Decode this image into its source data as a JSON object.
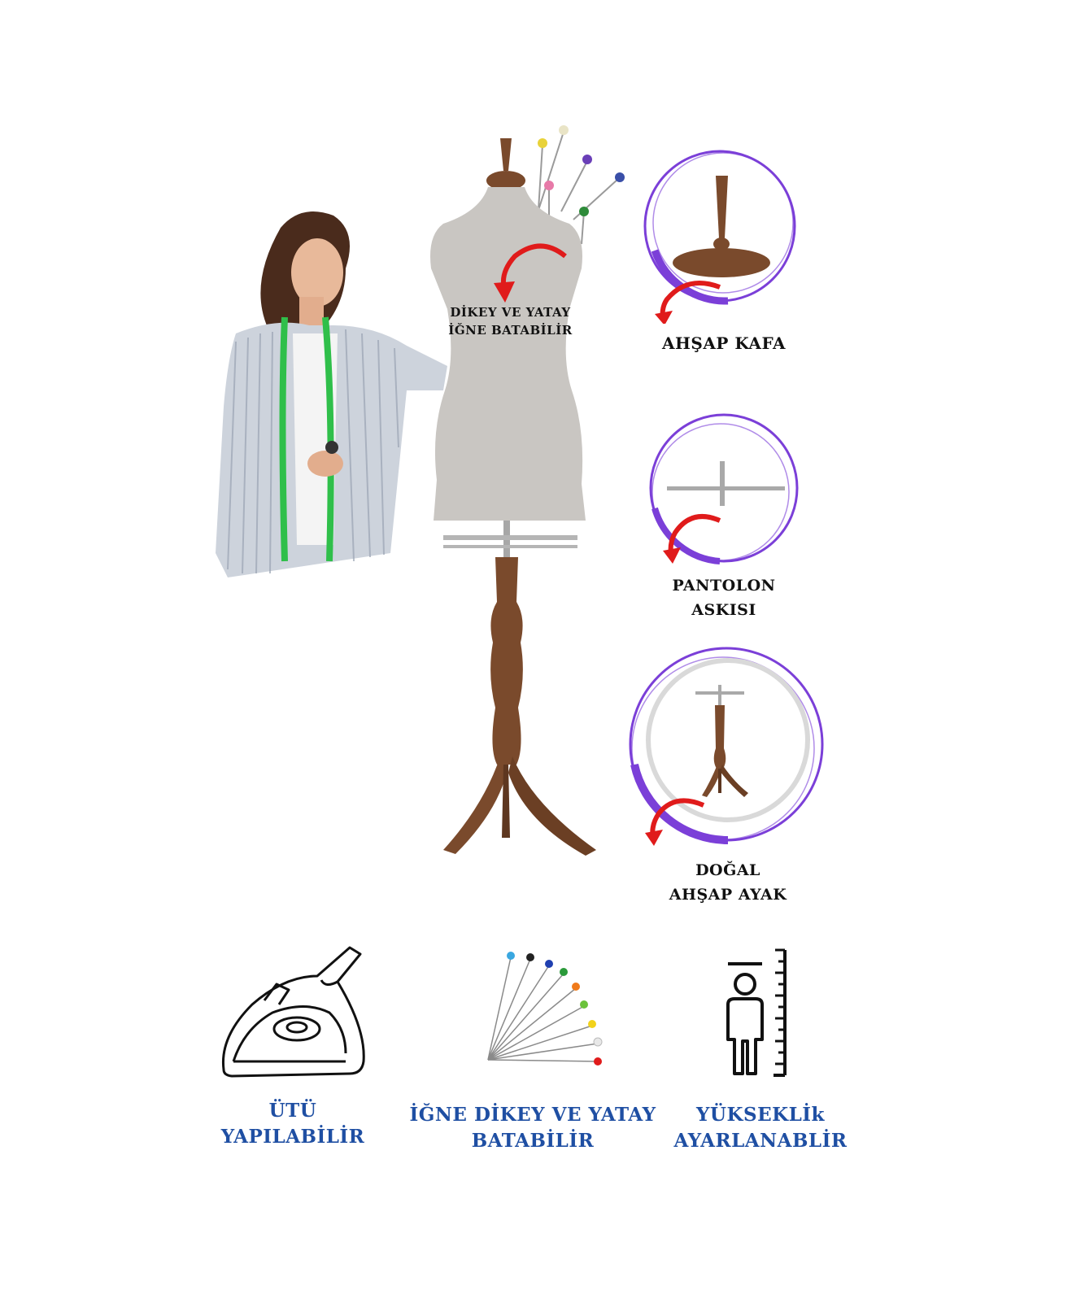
{
  "callouts": {
    "torso": {
      "line1": "DİKEY VE YATAY",
      "line2": "İĞNE BATABİLİR"
    },
    "head": {
      "label": "AHŞAP KAFA"
    },
    "hanger": {
      "line1": "PANTOLON",
      "line2": "ASKISI"
    },
    "stand": {
      "line1": "DOĞAL",
      "line2": "AHŞAP AYAK"
    }
  },
  "features": [
    {
      "icon": "iron-icon",
      "line1": "ÜTÜ",
      "line2": "YAPILABİLİR"
    },
    {
      "icon": "pins-icon",
      "line1": "İĞNE DİKEY VE YATAY",
      "line2": "BATABİLİR"
    },
    {
      "icon": "height-measure-icon",
      "line1": "YÜKSEKLİk",
      "line2": "AYARLANABLİR"
    }
  ],
  "colors": {
    "accent_purple": "#7b3fd8",
    "arrow_red": "#e01b1b",
    "wood": "#7a4a2c",
    "fabric": "#c9c6c2",
    "feature_text": "#1f4fa3"
  }
}
